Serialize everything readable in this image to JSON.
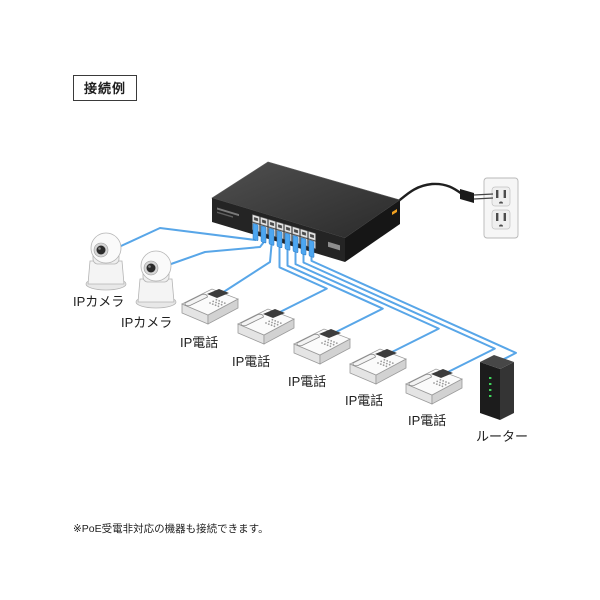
{
  "section_label": "接続例",
  "cameras": [
    {
      "label": "IPカメラ"
    },
    {
      "label": "IPカメラ"
    }
  ],
  "phones": [
    {
      "label": "IP電話"
    },
    {
      "label": "IP電話"
    },
    {
      "label": "IP電話"
    },
    {
      "label": "IP電話"
    },
    {
      "label": "IP電話"
    }
  ],
  "router": {
    "label": "ルーター"
  },
  "footnote": "※PoE受電非対応の機器も接続できます。",
  "colors": {
    "cable": "#58a6e8",
    "switch_body": "#242424",
    "router_body": "#1c1c1c",
    "status_led": "#3fd45c",
    "power_led": "#f0a020"
  }
}
